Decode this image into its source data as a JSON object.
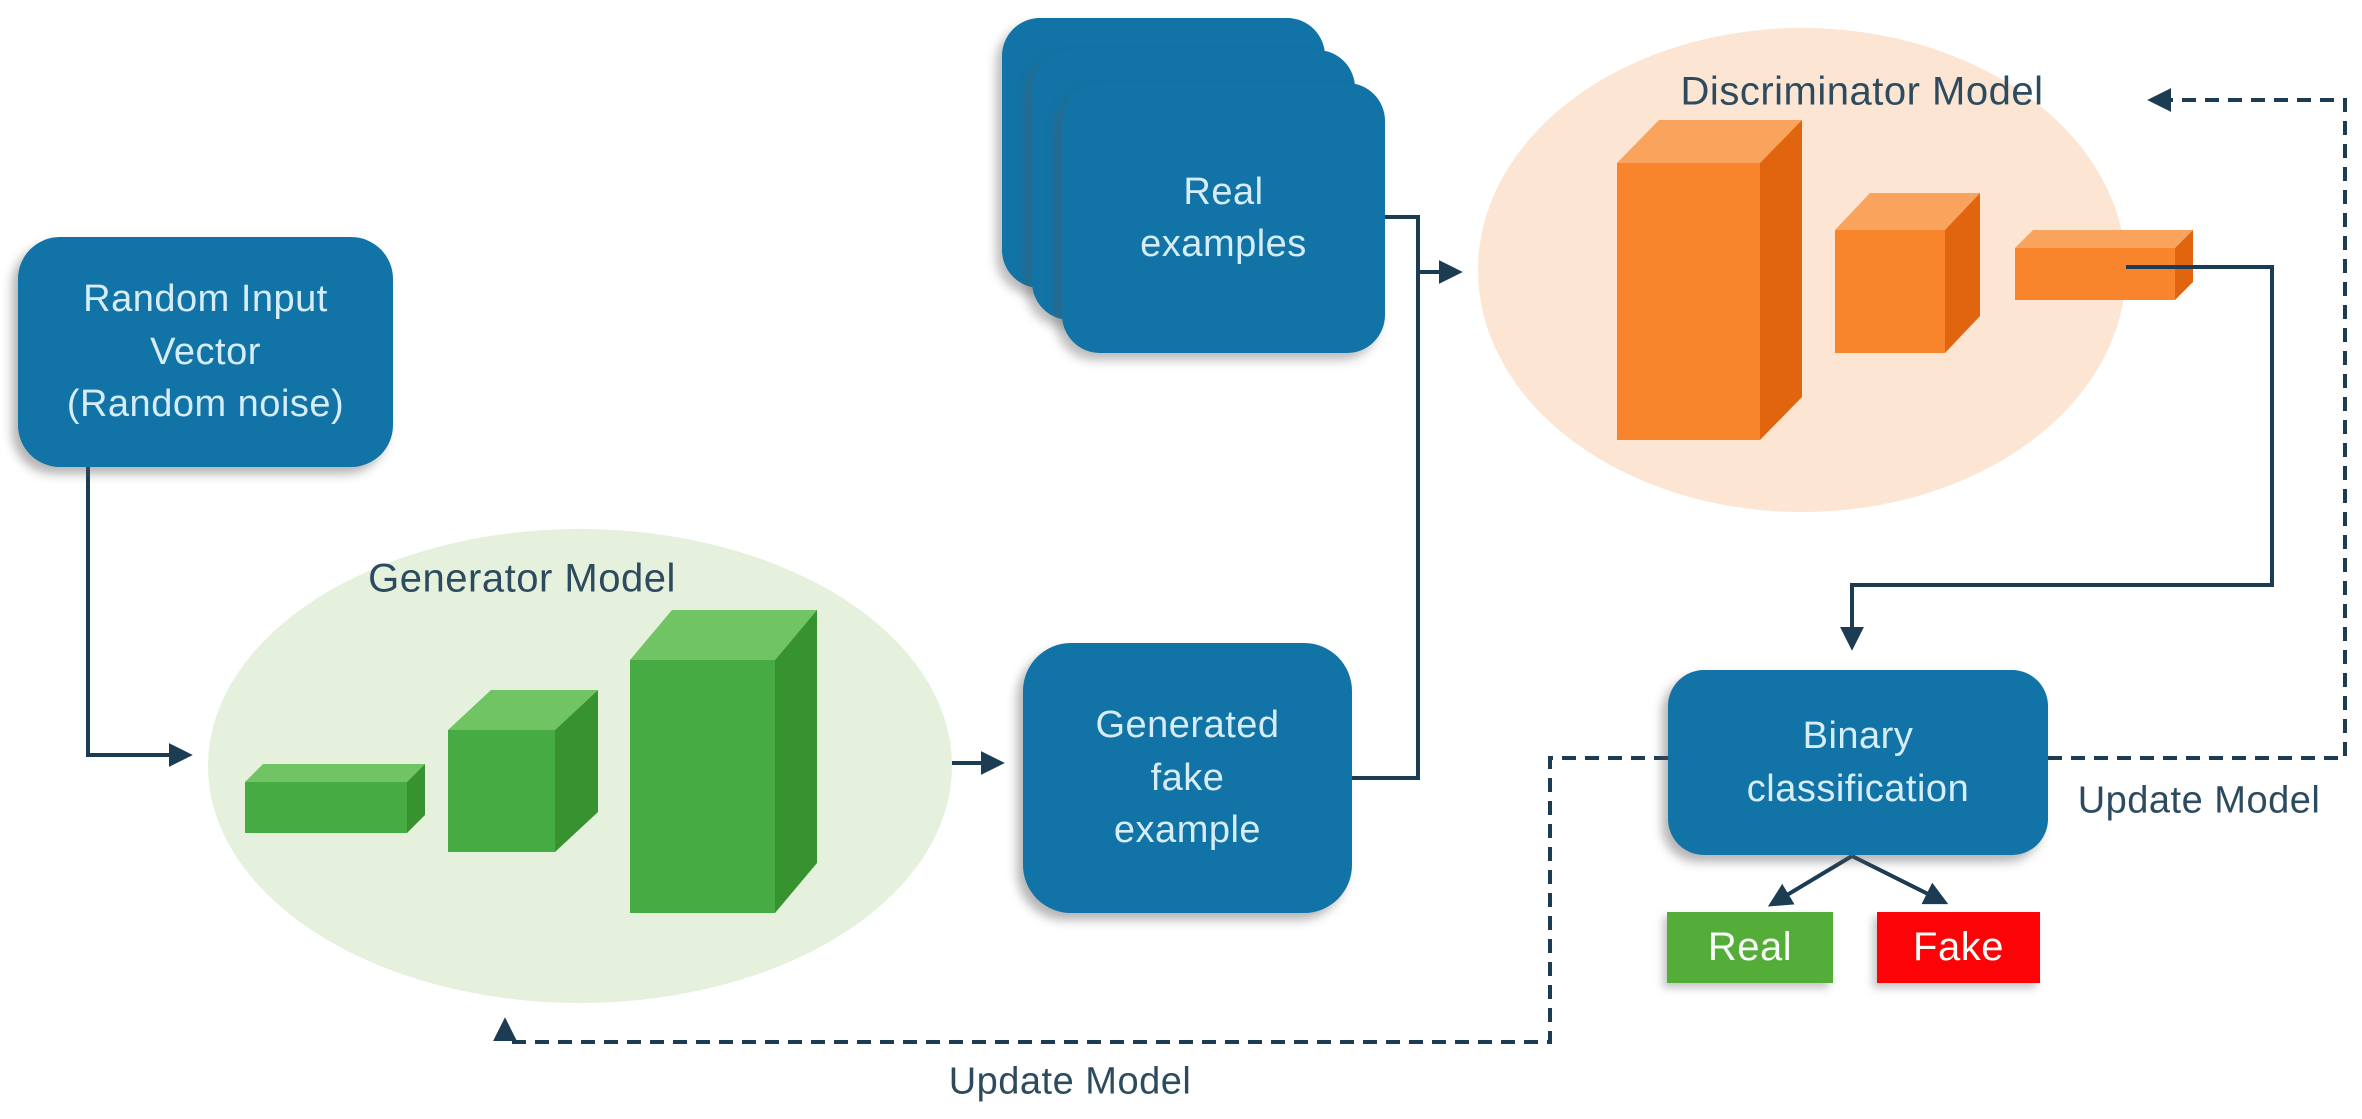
{
  "nodes": {
    "random_input": {
      "label": "Random Input\nVector\n(Random noise)"
    },
    "generator": {
      "label": "Generator Model"
    },
    "real_examples": {
      "label": "Real\nexamples"
    },
    "generated_fake": {
      "label": "Generated\nfake\nexample"
    },
    "discriminator": {
      "label": "Discriminator Model"
    },
    "binary_classification": {
      "label": "Binary\nclassification"
    },
    "real_output": {
      "label": "Real"
    },
    "fake_output": {
      "label": "Fake"
    },
    "update_model_discriminator": {
      "label": "Update Model"
    },
    "update_model_generator": {
      "label": "Update Model"
    }
  },
  "colors": {
    "blue_box": "#1173a6",
    "box_text": "#d6edf8",
    "line": "#1c3c53",
    "title_text": "#2d4b5e",
    "gen_ellipse": "#e5f1dc",
    "green_front": "#46ab43",
    "green_top": "#70c463",
    "green_side": "#37932f",
    "disc_ellipse": "#fce5d3",
    "orange_front": "#f8842c",
    "orange_top": "#faa35d",
    "orange_side": "#e0650e",
    "real_green": "#55ad39",
    "fake_red": "#fb0307"
  }
}
